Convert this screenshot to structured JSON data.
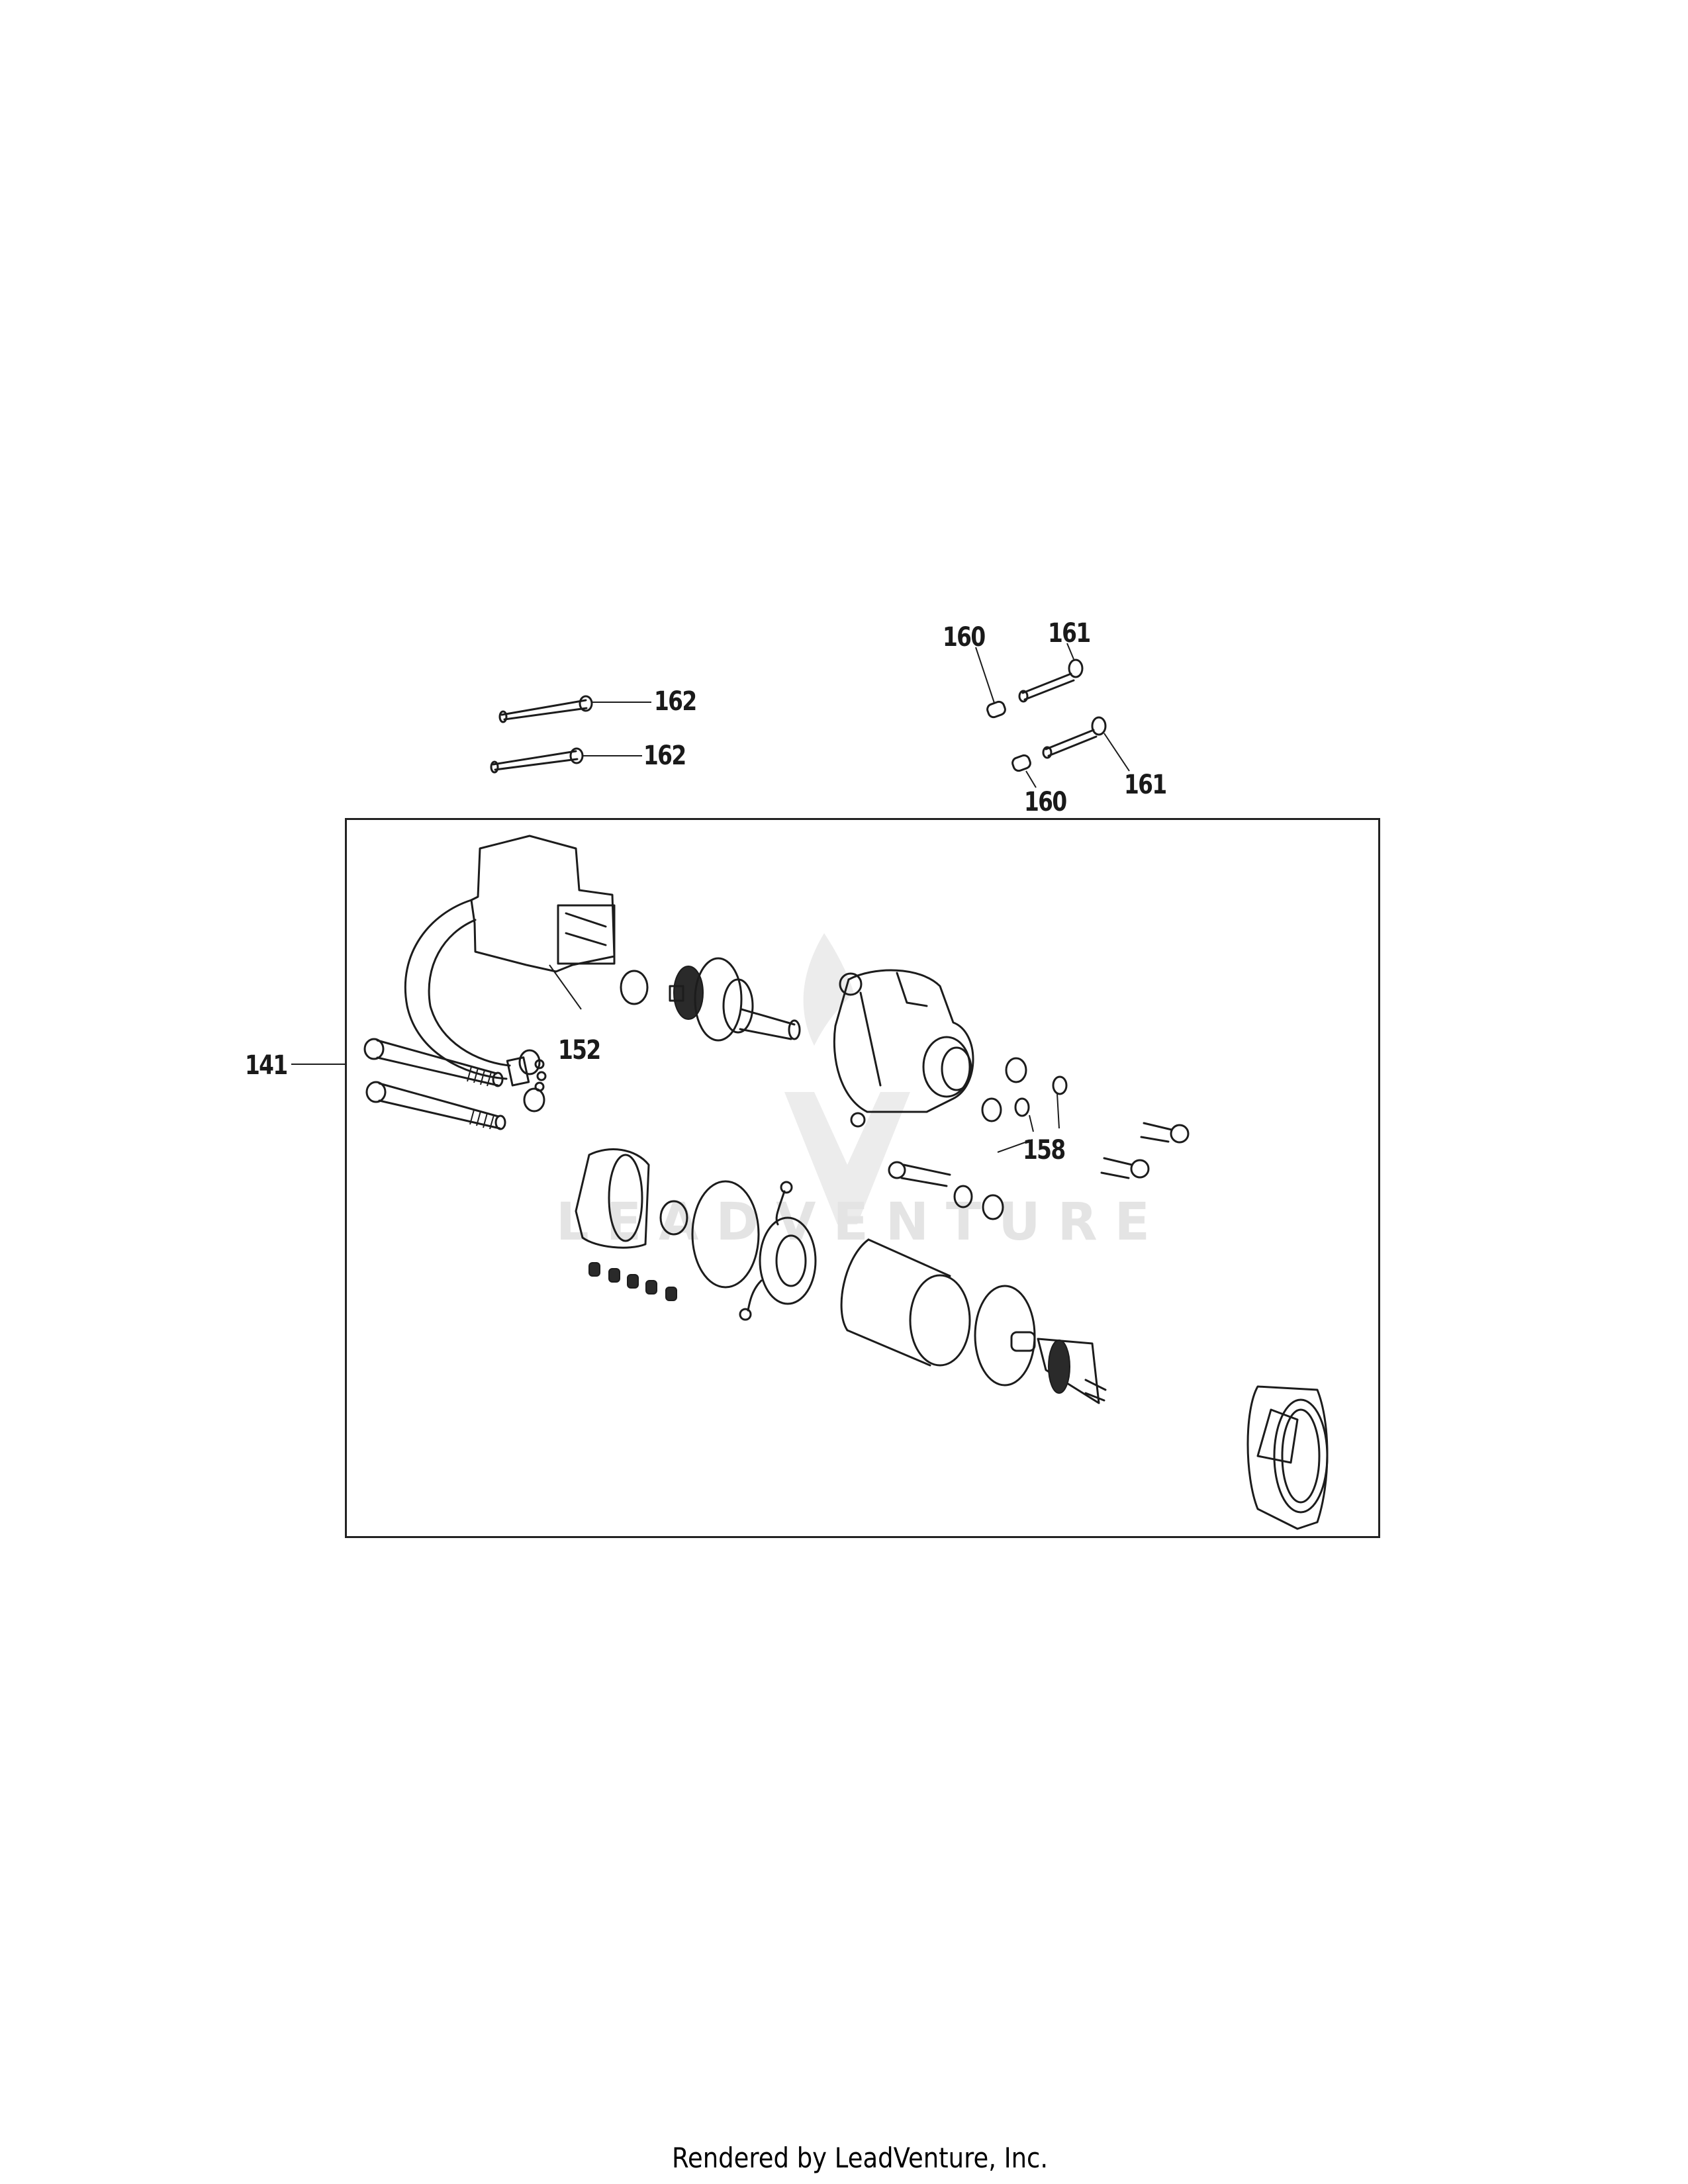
{
  "diagram": {
    "type": "exploded-parts-diagram",
    "subject": "electric starter motor assembly",
    "watermark": "LEADVENTURE",
    "frame_label": "141",
    "callouts": [
      {
        "id": "c162a",
        "label": "162",
        "part": "through bolt (long)"
      },
      {
        "id": "c162b",
        "label": "162",
        "part": "through bolt (long)"
      },
      {
        "id": "c160a",
        "label": "160",
        "part": "dowel / spacer"
      },
      {
        "id": "c161a",
        "label": "161",
        "part": "flange bolt"
      },
      {
        "id": "c160b",
        "label": "160",
        "part": "dowel / spacer"
      },
      {
        "id": "c161b",
        "label": "161",
        "part": "flange bolt"
      },
      {
        "id": "c152",
        "label": "152",
        "part": "solenoid / relay with harness"
      },
      {
        "id": "c158",
        "label": "158",
        "part": "washers"
      },
      {
        "id": "c141",
        "label": "141",
        "part": "starter motor assembly (boxed group)"
      }
    ]
  },
  "labels": {
    "c162a": "162",
    "c162b": "162",
    "c160a": "160",
    "c161a": "161",
    "c160b": "160",
    "c161b": "161",
    "c152": "152",
    "c158": "158",
    "c141": "141"
  },
  "footer": {
    "text": "Rendered by LeadVenture, Inc."
  },
  "colors": {
    "line": "#1c1c1c",
    "watermark": "#e4e4e4",
    "background": "#ffffff"
  }
}
